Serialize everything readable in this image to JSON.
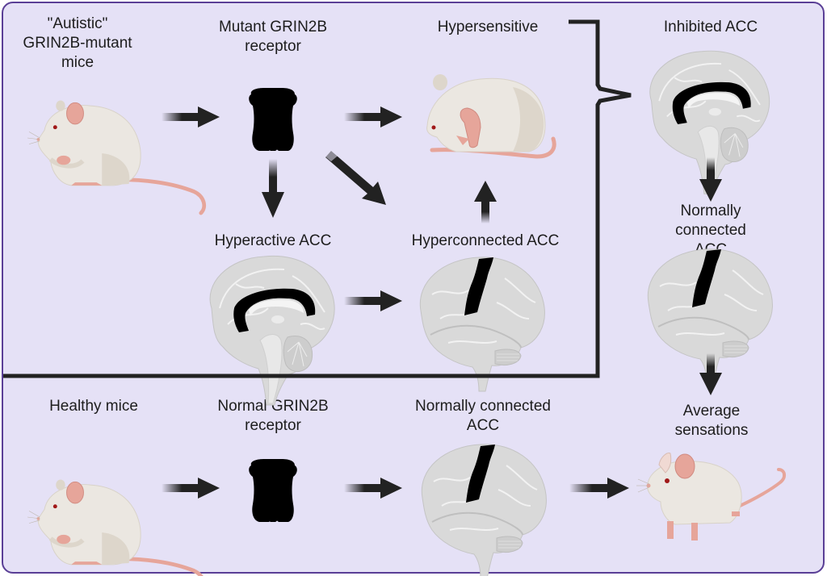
{
  "colors": {
    "background": "#e5e1f6",
    "frame_border": "#5a3f96",
    "arrow": "#222222",
    "bracket": "#222222",
    "mutant_receptor": "#d9962e",
    "mutant_receptor_dark": "#b8761a",
    "normal_receptor": "#b06ab4",
    "normal_receptor_dark": "#8f4a99",
    "hyperactive_highlight": "#6aa85a",
    "hyperconnected_highlight": "#5596ee",
    "normal_highlight": "#8a8a8a",
    "inhibited_highlight": "#6d6d6d",
    "brain": "#d9d9d9",
    "mouse_body": "#ebe7e1",
    "mouse_pink": "#e6a59a"
  },
  "mutant_pathway": {
    "mouse_label": "\"Autistic\"\nGRIN2B-mutant\nmice",
    "receptor_label": "Mutant GRIN2B\nreceptor",
    "hypersensitive_label": "Hypersensitive",
    "hyperactive_label": "Hyperactive ACC",
    "hyperconnected_label": "Hyperconnected ACC"
  },
  "intervention_pathway": {
    "inhibited_label": "Inhibited ACC",
    "normally_connected_label": "Normally connected\nACC",
    "average_label": "Average\nsensations"
  },
  "healthy_pathway": {
    "mouse_label": "Healthy mice",
    "receptor_label": "Normal GRIN2B\nreceptor",
    "brain_label": "Normally connected\nACC"
  }
}
